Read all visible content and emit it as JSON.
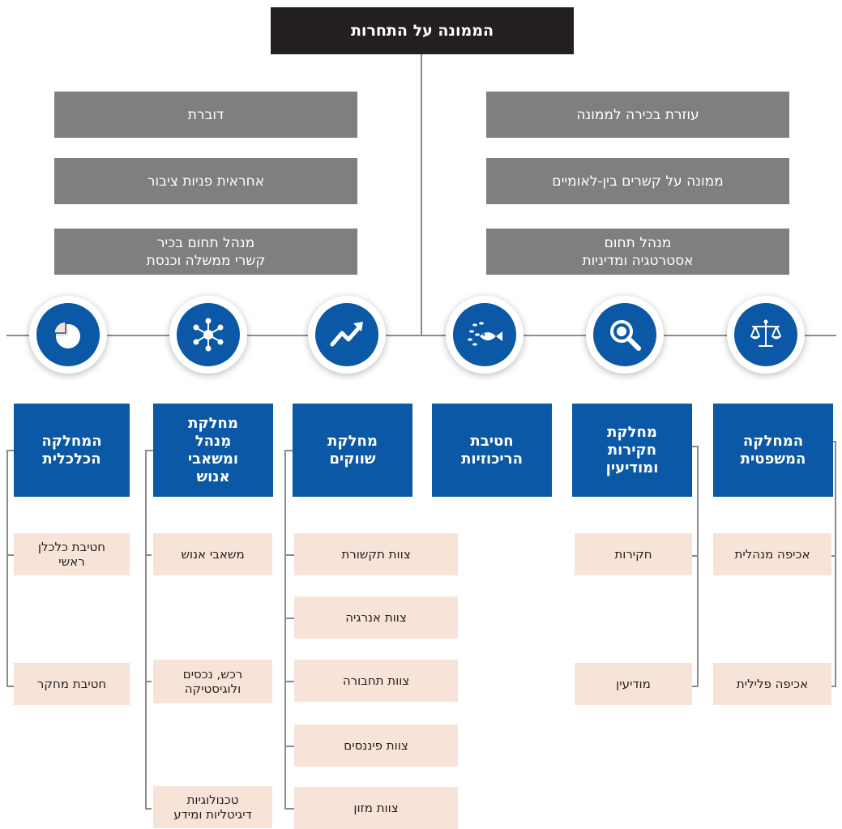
{
  "top": {
    "title": "הממונה על התחרות"
  },
  "staff": {
    "right": [
      {
        "name": "עוזרת בכירה לממונה"
      },
      {
        "name": "ממונה על קשרים בין-לאומיים"
      },
      {
        "name": "מנהל תחום\nאסטרטגיה ומדיניות"
      }
    ],
    "left": [
      {
        "name": "דוברת"
      },
      {
        "name": "אחראית פניות ציבור"
      },
      {
        "name": "מנהל תחום בכיר\nקשרי ממשלה וכנסת"
      }
    ]
  },
  "departments": [
    {
      "name": "המחלקה\nהמשפטית",
      "icon": "scales-icon",
      "teams": [
        "אכיפה מנהלית",
        "אכיפה פלילית"
      ]
    },
    {
      "name": "מחלקת\nחקירות\nומודיעין",
      "icon": "magnifier-icon",
      "teams": [
        "חקירות",
        "מודיעין"
      ]
    },
    {
      "name": "חטיבת\nהריכוזיות",
      "icon": "fish-icon",
      "teams": []
    },
    {
      "name": "מחלקת\nשווקים",
      "icon": "trend-up-icon",
      "teams": [
        "צוות תקשורת",
        "צוות אנרגיה",
        "צוות תחבורה",
        "צוות פיננסים",
        "צוות מזון"
      ]
    },
    {
      "name": "מחלקת\nמִנהל\nומשאבי\nאנוש",
      "icon": "network-icon",
      "teams": [
        "משאבי אנוש",
        "רכש, נכסים\nולוגיסטיקה",
        "טכנולוגיות\nדיגיטליות ומידע"
      ]
    },
    {
      "name": "המחלקה\nהכלכלית",
      "icon": "pie-chart-icon",
      "teams": [
        "חטיבת כלכלן\nראשי",
        "חטיבת מחקר"
      ]
    }
  ],
  "colors": {
    "dept": "#0a58a6",
    "staff": "#7f7f7f",
    "top": "#231f20",
    "team": "#f7e3d8"
  }
}
